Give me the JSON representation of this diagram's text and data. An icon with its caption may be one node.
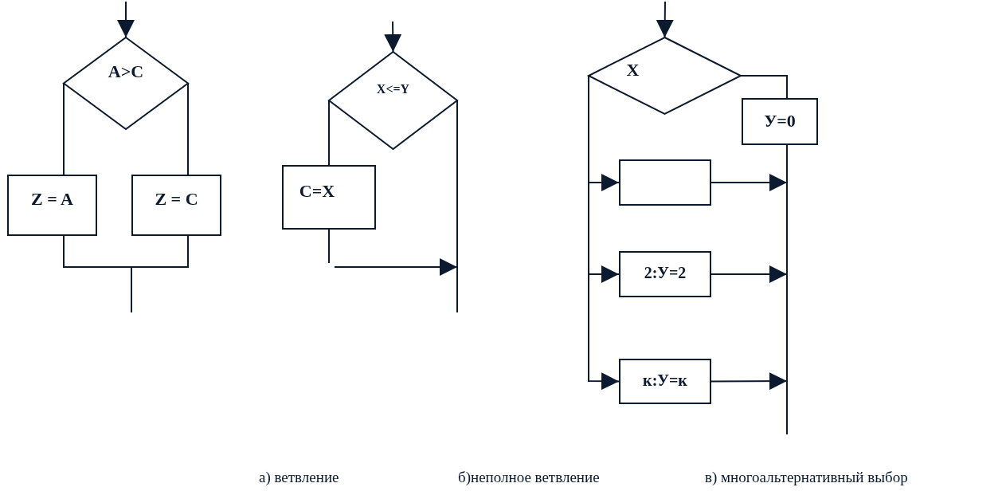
{
  "diagram": {
    "nodes": [
      {
        "text": [
          "A>C"
        ]
      },
      {
        "text": [
          "Z = A"
        ]
      },
      {
        "text": [
          "Z = C"
        ]
      },
      {
        "text": [
          "X<=Y"
        ]
      },
      {
        "text": [
          "C=X"
        ]
      },
      {
        "text": [
          "X"
        ]
      },
      {
        "text": [
          "У=0"
        ]
      },
      {
        "text": [],
        "shape": "box"
      },
      {
        "text": [
          "2:У=2"
        ]
      },
      {
        "text": [
          "к:У=к"
        ]
      }
    ],
    "edges": [
      {
        "from": null,
        "to": 0,
        "arrow": "to"
      },
      {
        "from": 0,
        "to": 1,
        "arrow": "none"
      },
      {
        "from": 0,
        "to": 2,
        "arrow": "none"
      },
      {
        "from": 1,
        "to": null,
        "arrow": "none"
      },
      {
        "from": 2,
        "to": null,
        "arrow": "none"
      },
      {
        "from": null,
        "to": 3,
        "arrow": "to"
      },
      {
        "from": 3,
        "to": 4,
        "arrow": "none"
      },
      {
        "from": 4,
        "to": null,
        "arrow": "to"
      },
      {
        "from": 3,
        "to": null,
        "arrow": "none"
      },
      {
        "from": null,
        "to": 5,
        "arrow": "to"
      },
      {
        "from": 5,
        "to": 6,
        "arrow": "none"
      },
      {
        "from": 5,
        "to": 7,
        "arrow": "to"
      },
      {
        "from": 5,
        "to": 8,
        "arrow": "to"
      },
      {
        "from": 5,
        "to": 9,
        "arrow": "to"
      },
      {
        "from": 6,
        "to": null,
        "arrow": "none"
      },
      {
        "from": 7,
        "to": null,
        "arrow": "to"
      },
      {
        "from": 8,
        "to": null,
        "arrow": "to"
      },
      {
        "from": 9,
        "to": null,
        "arrow": "to"
      }
    ],
    "labels": [
      "а) ветвление",
      "б)неполное ветвление",
      "в) многоальтернативный выбор"
    ]
  }
}
